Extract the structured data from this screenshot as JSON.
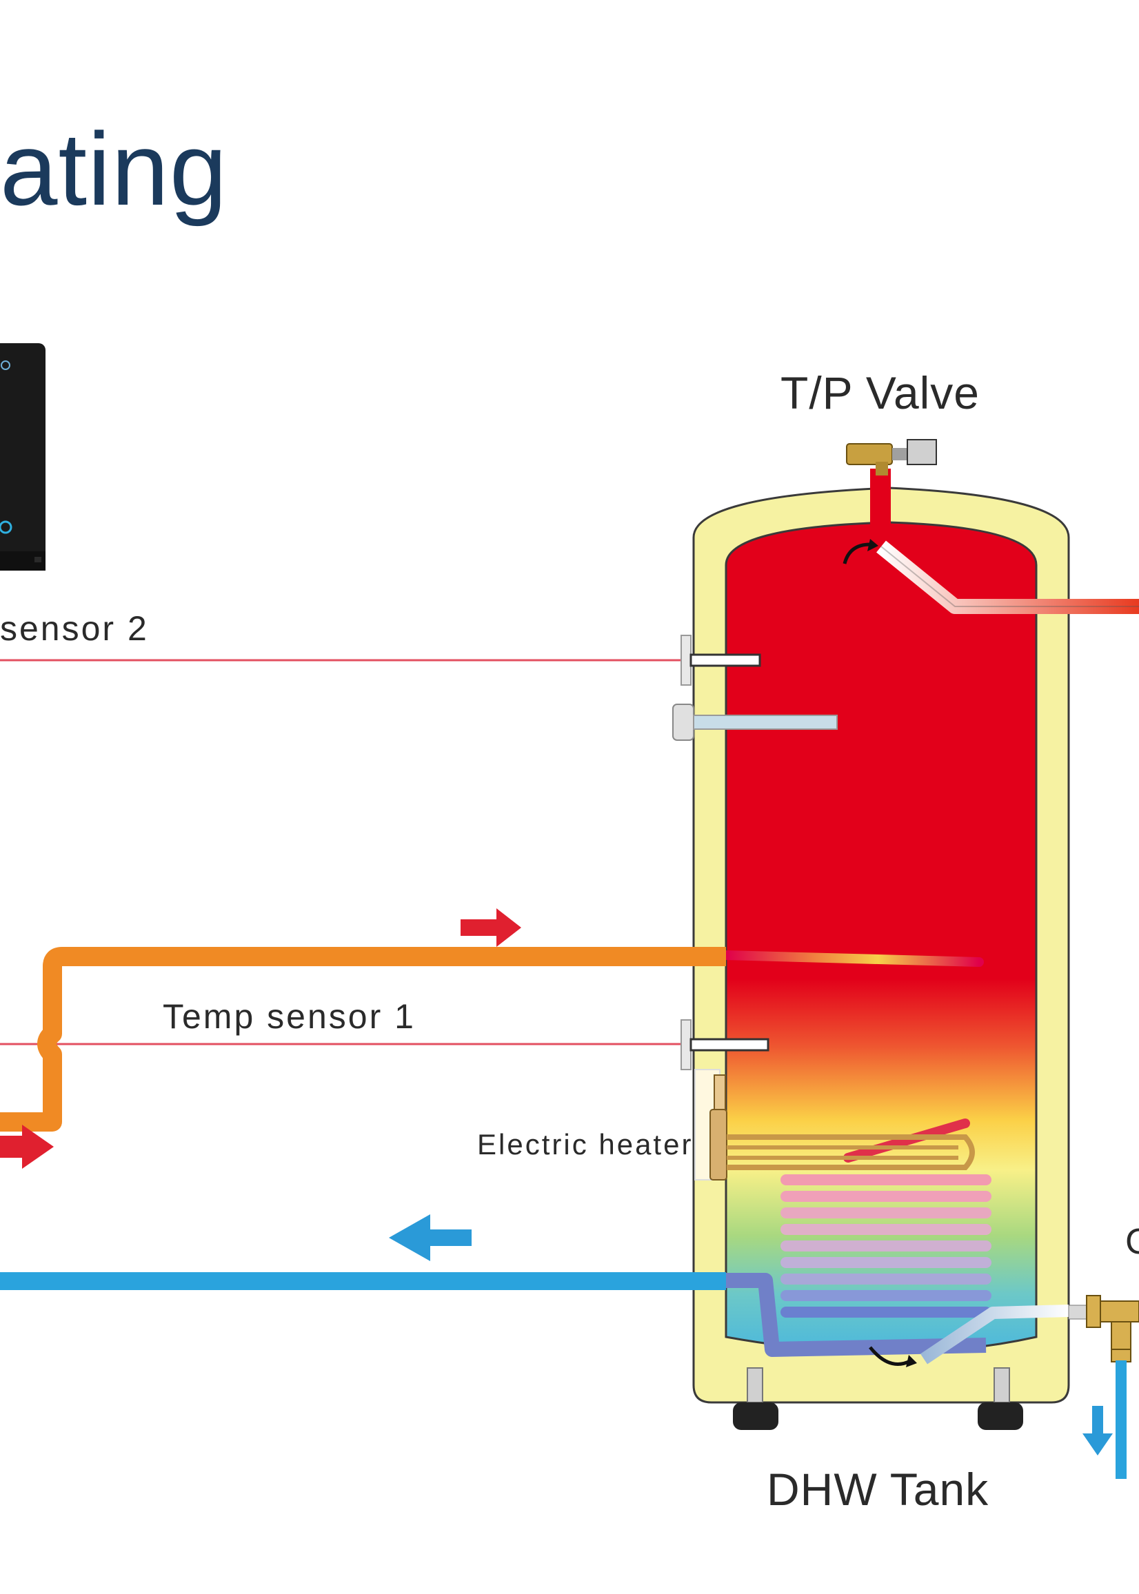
{
  "title": "ating",
  "labels": {
    "tp_valve": "T/P Valve",
    "temp_sensor_2": "sensor 2",
    "temp_sensor_1": "Temp sensor 1",
    "electric_heater": "Electric heater",
    "dhw_tank": "DHW Tank",
    "cut_off": "C"
  },
  "colors": {
    "title": "#1b3a5c",
    "hot_water": "#e2001a",
    "flow_pipe": "#f08a24",
    "return_pipe": "#2aa3dd",
    "insulation": "#f6f2a2",
    "arrow_red": "#e0202f",
    "arrow_blue": "#2a9ad8",
    "sensor_wire": "#e35060"
  },
  "icons": [
    "controller-icon",
    "tp-valve-icon",
    "heater-icon",
    "flow-arrow-icon",
    "return-arrow-icon"
  ]
}
